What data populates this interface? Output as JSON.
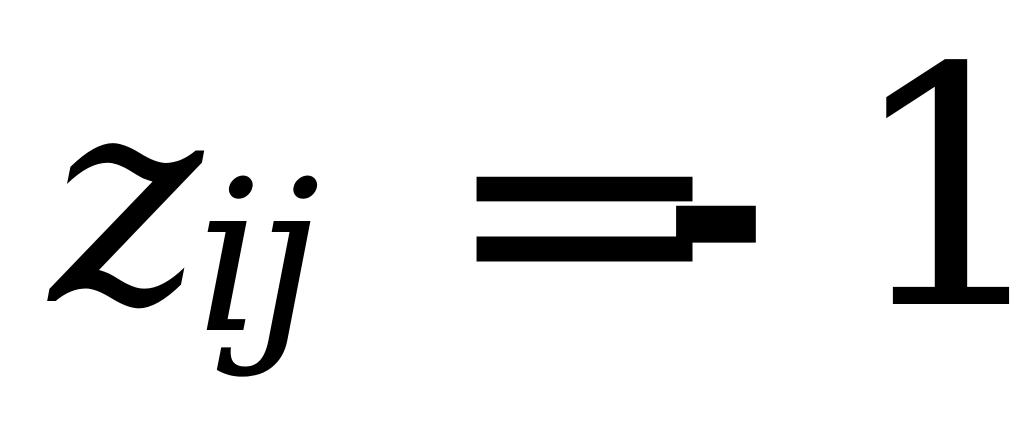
{
  "formula": {
    "variable": "z",
    "subscript": "ij",
    "equals": "=",
    "minus": "-",
    "value": "1"
  }
}
